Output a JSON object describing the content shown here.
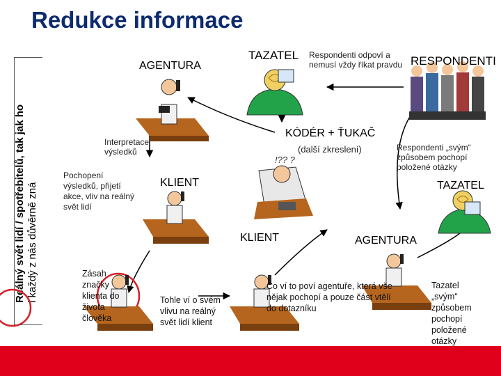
{
  "title": "Redukce informace",
  "side_text": {
    "line1": "Reálný svět lidí / spotřebitelů, tak jak ho",
    "line2": "i každý z nás důvěrně zná"
  },
  "labels": {
    "agentura_top": "AGENTURA",
    "tazatel_top": "TAZATEL",
    "respondenti_note": "Respondenti odpoví a nemusí vždy říkat pravdu",
    "respondenti": "RESPONDENTI",
    "koder": "KÓDÉR + ŤUKAČ",
    "zkresleni": "(další zkreslení)",
    "interpretace": "Interpretace výsledků",
    "respondenti_svym": "Respondenti „svým“ způsobem pochopí položené otázky",
    "klient_left": "KLIENT",
    "pochopeni": "Pochopení výsledků, přijetí akce, vliv na reálný svět lidí",
    "tazatel_right": "TAZATEL",
    "klient_center": "KLIENT",
    "agentura_right": "AGENTURA",
    "zasah": "Zásah značky klienta do života člověka",
    "tohle": "Tohle ví o svém vlivu na reálný svět lidí klient",
    "co_vi": "Co ví to poví agentuře, která vše nějak pochopí a pouze část vtělí do dotazníku",
    "tazatel_svym": "Tazatel „svým“ způsobem pochopí položené otázky",
    "question_marks": "!?? ?"
  },
  "colors": {
    "title": "#0d2b6e",
    "footer": "#e0001b",
    "arrow": "#000000",
    "circle": "#d61f26",
    "desk": "#b5651d",
    "shirt_green": "#22a34a"
  }
}
